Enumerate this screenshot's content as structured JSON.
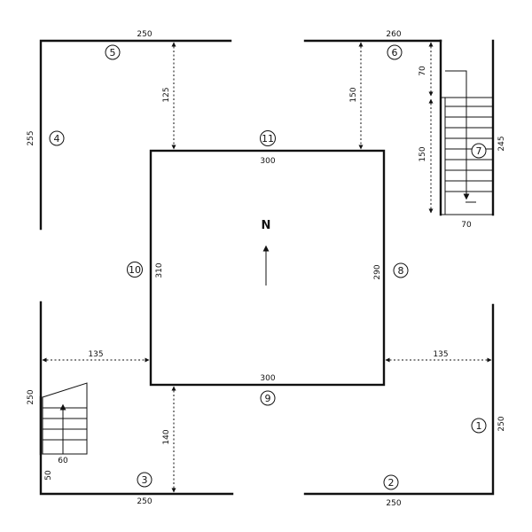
{
  "walls": [
    {
      "id": "1",
      "length": "250"
    },
    {
      "id": "2",
      "length": "250"
    },
    {
      "id": "3",
      "length": "250"
    },
    {
      "id": "4",
      "length": "255"
    },
    {
      "id": "5",
      "length": "250"
    },
    {
      "id": "6",
      "length": "260"
    },
    {
      "id": "7",
      "length": "245"
    },
    {
      "id": "8",
      "length": "290"
    },
    {
      "id": "9",
      "length": "300"
    },
    {
      "id": "10",
      "length": "310"
    },
    {
      "id": "11",
      "length": "300"
    }
  ],
  "gaps": {
    "top_left": "125",
    "top_right": "150",
    "left": "135",
    "right": "135",
    "bottom": "140"
  },
  "stairs_top_right": {
    "width": "70",
    "landing": "70",
    "run": "150"
  },
  "stairs_bottom_left": {
    "height": "250",
    "width": "60",
    "offset": "50"
  },
  "north_label": "N"
}
